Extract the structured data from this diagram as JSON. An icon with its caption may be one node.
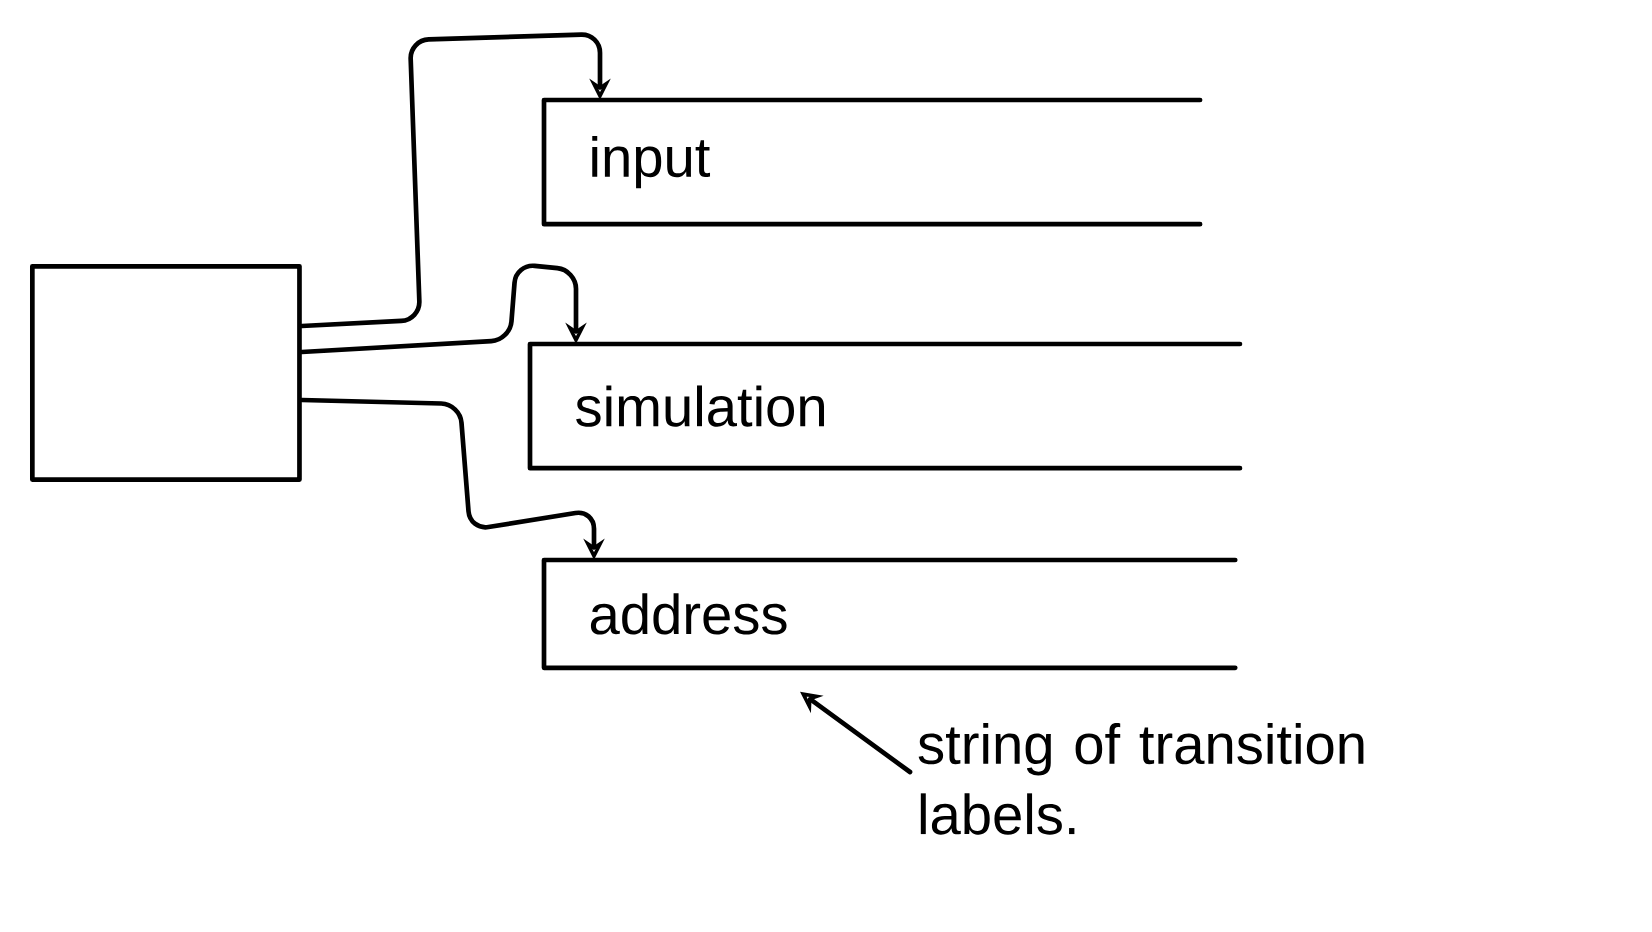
{
  "diagram": {
    "nodes": [
      {
        "text": [],
        "shape": "box"
      },
      {
        "text": [
          "input"
        ]
      },
      {
        "text": [
          "simulation"
        ]
      },
      {
        "text": [
          "address"
        ]
      },
      {
        "text": [
          "string of transition labels."
        ]
      }
    ],
    "edges": [
      {
        "from": 0,
        "to": 1,
        "arrow": "to"
      },
      {
        "from": 0,
        "to": 2,
        "arrow": "to"
      },
      {
        "from": 0,
        "to": 3,
        "arrow": "to"
      },
      {
        "from": 4,
        "to": 3,
        "arrow": "to"
      }
    ]
  }
}
